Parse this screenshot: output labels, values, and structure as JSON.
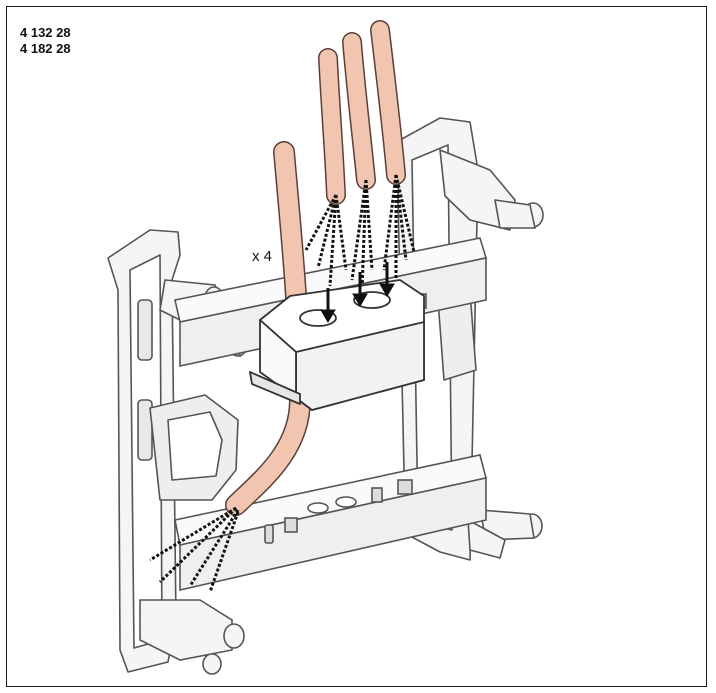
{
  "product_codes": [
    "4 132 28",
    "4 182 28"
  ],
  "quantity_label": "x 4",
  "colors": {
    "cable": "#f2c5b1",
    "cable_outline": "#5a4038",
    "frame_line": "#555555",
    "frame_fill": "#f4f4f4",
    "wire": "#111111"
  }
}
